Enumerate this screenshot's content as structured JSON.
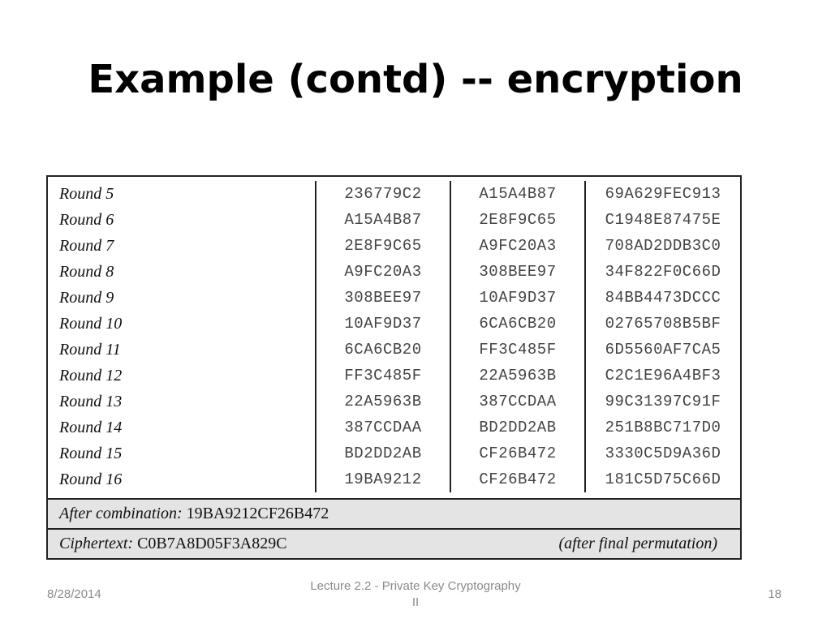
{
  "slide": {
    "title": "Example (contd) -- encryption"
  },
  "table": {
    "rows": [
      {
        "label": "Round 5",
        "l": "236779C2",
        "r": "A15A4B87",
        "key": "69A629FEC913"
      },
      {
        "label": "Round 6",
        "l": "A15A4B87",
        "r": "2E8F9C65",
        "key": "C1948E87475E"
      },
      {
        "label": "Round 7",
        "l": "2E8F9C65",
        "r": "A9FC20A3",
        "key": "708AD2DDB3C0"
      },
      {
        "label": "Round 8",
        "l": "A9FC20A3",
        "r": "308BEE97",
        "key": "34F822F0C66D"
      },
      {
        "label": "Round 9",
        "l": "308BEE97",
        "r": "10AF9D37",
        "key": "84BB4473DCCC"
      },
      {
        "label": "Round 10",
        "l": "10AF9D37",
        "r": "6CA6CB20",
        "key": "02765708B5BF"
      },
      {
        "label": "Round 11",
        "l": "6CA6CB20",
        "r": "FF3C485F",
        "key": "6D5560AF7CA5"
      },
      {
        "label": "Round 12",
        "l": "FF3C485F",
        "r": "22A5963B",
        "key": "C2C1E96A4BF3"
      },
      {
        "label": "Round 13",
        "l": "22A5963B",
        "r": "387CCDAA",
        "key": "99C31397C91F"
      },
      {
        "label": "Round 14",
        "l": "387CCDAA",
        "r": "BD2DD2AB",
        "key": "251B8BC717D0"
      },
      {
        "label": "Round 15",
        "l": "BD2DD2AB",
        "r": "CF26B472",
        "key": "3330C5D9A36D"
      },
      {
        "label": "Round 16",
        "l": "19BA9212",
        "r": "CF26B472",
        "key": "181C5D75C66D"
      }
    ],
    "after_combination": {
      "label": "After combination:",
      "value": "19BA9212CF26B472"
    },
    "ciphertext": {
      "label": "Ciphertext:",
      "value": "C0B7A8D05F3A829C",
      "note": "(after final permutation)"
    }
  },
  "footer": {
    "date": "8/28/2014",
    "lecture_line1": "Lecture 2.2 - Private Key Cryptography",
    "lecture_line2": "II",
    "page_number": "18"
  }
}
